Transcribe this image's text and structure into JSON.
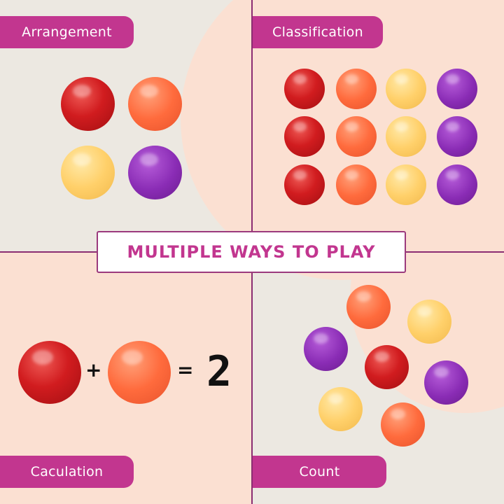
{
  "labels": {
    "top_left": "Arrangement",
    "top_right": "Classification",
    "bottom_left": "Caculation",
    "bottom_right": "Count"
  },
  "banner": "MULTIPLE WAYS TO PLAY",
  "calculation": {
    "plus": "+",
    "equals": "=",
    "result": "2"
  },
  "colors": {
    "accent": "#c2368f",
    "divider": "#8b2d72",
    "red": "#d11c1f",
    "orange": "#ff6b3d",
    "yellow": "#ffd06a",
    "purple": "#8a2cb5"
  }
}
